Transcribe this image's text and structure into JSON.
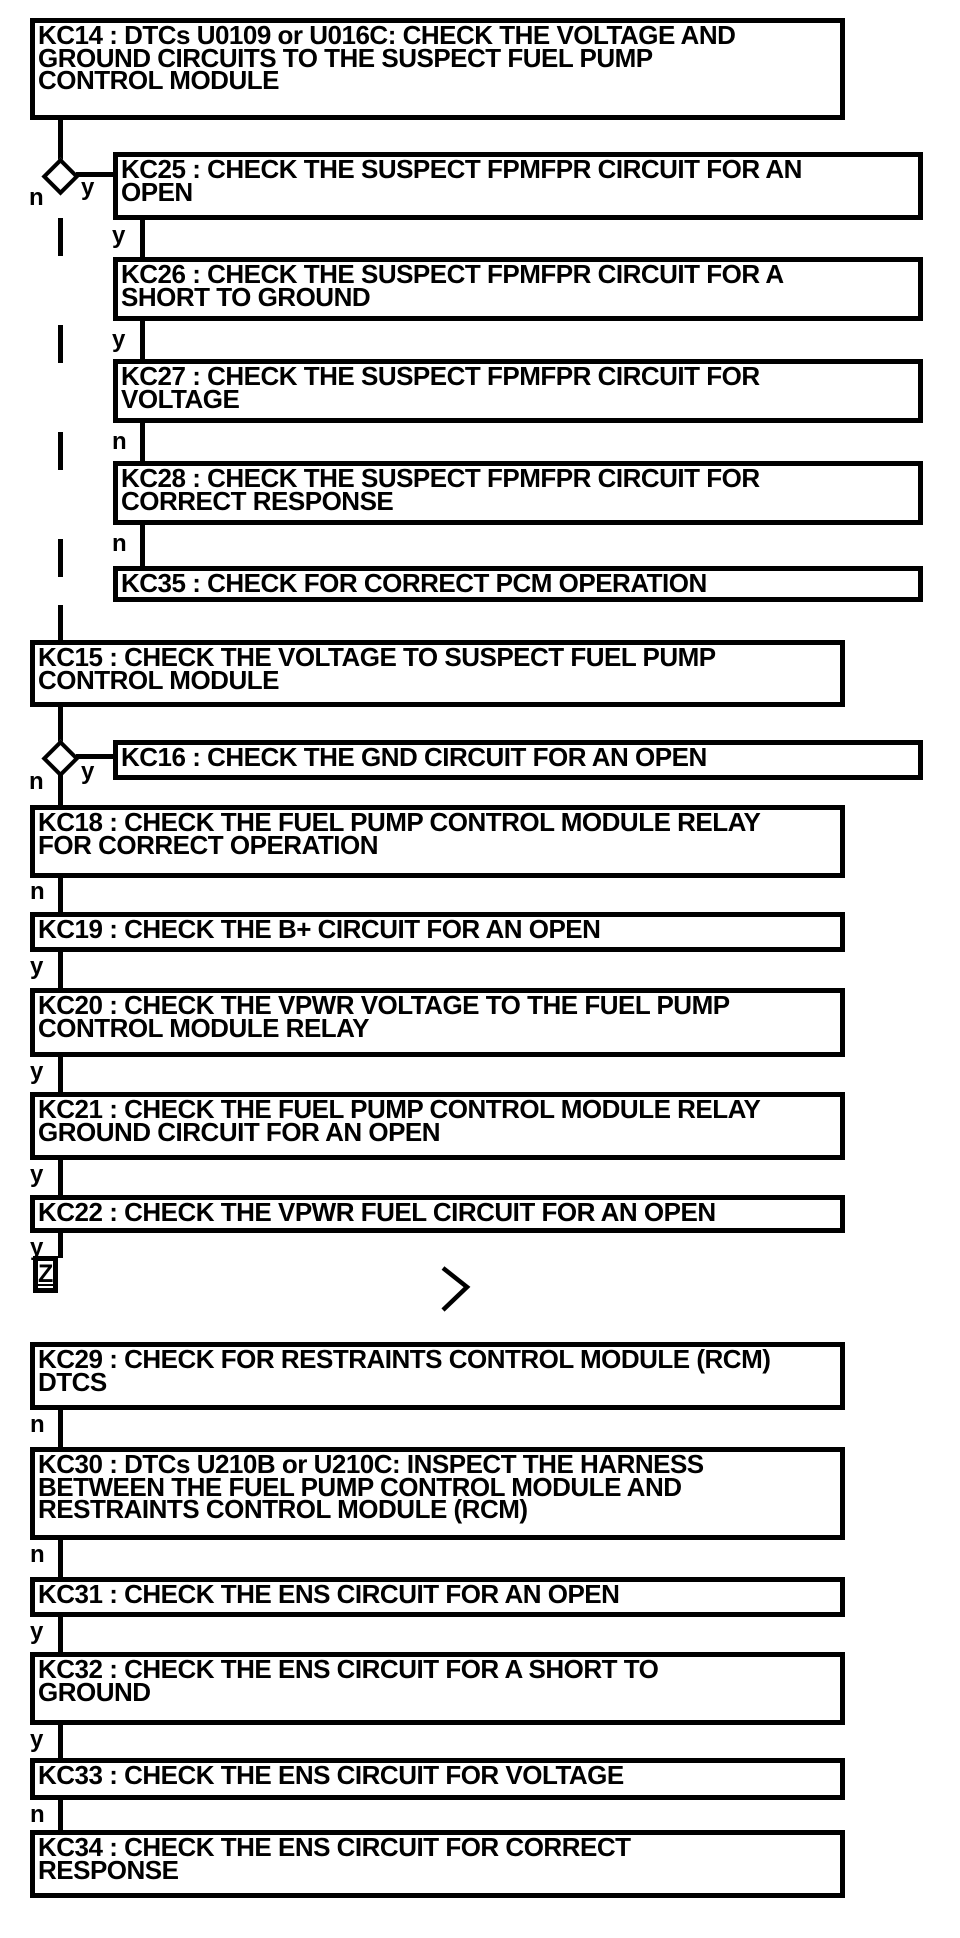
{
  "colors": {
    "line": "#000000",
    "background": "#ffffff"
  },
  "nodes": {
    "kc14": "KC14 : DTCs U0109 or U016C: CHECK THE VOLTAGE AND\nGROUND CIRCUITS TO THE SUSPECT FUEL PUMP\nCONTROL MODULE",
    "kc25": "KC25 : CHECK THE SUSPECT FPMFPR CIRCUIT FOR AN\nOPEN",
    "kc26": "KC26 : CHECK THE SUSPECT FPMFPR CIRCUIT FOR A\nSHORT TO GROUND",
    "kc27": "KC27 : CHECK THE SUSPECT FPMFPR CIRCUIT FOR\nVOLTAGE",
    "kc28": "KC28 : CHECK THE SUSPECT FPMFPR CIRCUIT FOR\nCORRECT RESPONSE",
    "kc35": "KC35 : CHECK FOR CORRECT PCM OPERATION",
    "kc15": "KC15 : CHECK THE VOLTAGE TO SUSPECT FUEL PUMP\nCONTROL MODULE",
    "kc16": "KC16 : CHECK THE GND CIRCUIT FOR AN OPEN",
    "kc18": "KC18 : CHECK THE FUEL PUMP CONTROL MODULE RELAY\nFOR CORRECT OPERATION",
    "kc19": "KC19 : CHECK THE B+ CIRCUIT FOR AN OPEN",
    "kc20": "KC20 : CHECK THE VPWR VOLTAGE TO THE FUEL PUMP\nCONTROL MODULE RELAY",
    "kc21": "KC21 : CHECK THE FUEL PUMP CONTROL MODULE RELAY\nGROUND CIRCUIT FOR AN OPEN",
    "kc22": "KC22 : CHECK THE VPWR FUEL CIRCUIT FOR AN OPEN",
    "kc29": "KC29 : CHECK FOR RESTRAINTS CONTROL MODULE (RCM)\nDTCS",
    "kc30": "KC30 : DTCs U210B or U210C: INSPECT THE HARNESS\nBETWEEN THE FUEL PUMP CONTROL MODULE AND\nRESTRAINTS CONTROL MODULE (RCM)",
    "kc31": "KC31 : CHECK THE ENS CIRCUIT FOR AN OPEN",
    "kc32": "KC32 : CHECK THE ENS CIRCUIT FOR A SHORT TO\nGROUND",
    "kc33": "KC33 : CHECK THE ENS CIRCUIT FOR VOLTAGE",
    "kc34": "KC34 : CHECK THE ENS CIRCUIT FOR CORRECT\nRESPONSE"
  },
  "branches": {
    "d1_y": "y",
    "d1_n": "n",
    "kc25_y": "y",
    "kc26_y": "y",
    "kc27_n": "n",
    "kc28_n": "n",
    "d2_y": "y",
    "d2_n": "n",
    "kc18_n": "n",
    "kc19_y": "y",
    "kc20_y": "y",
    "kc21_y": "y",
    "kc22_y": "y",
    "kc29_n": "n",
    "kc30_n": "n",
    "kc31_y": "y",
    "kc32_y": "y",
    "kc33_n": "n"
  },
  "offpage_connector": "Z"
}
